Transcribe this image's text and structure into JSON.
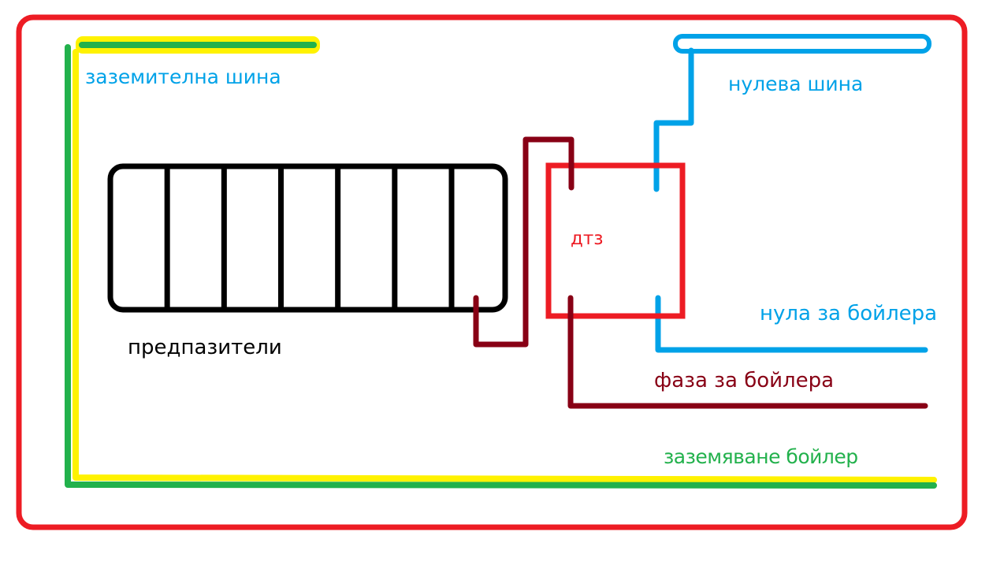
{
  "diagram": {
    "title": "",
    "colors": {
      "enclosure": "#ed1c24",
      "ground_yellow": "#fff200",
      "ground_green": "#22b14c",
      "neutral": "#00a2e8",
      "phase": "#880015",
      "fuses": "#000000",
      "rcd": "#ed1c24",
      "label_ground_bus": "#00a2e8",
      "label_neutral": "#00a2e8",
      "label_phase": "#880015",
      "label_ground_boiler": "#22b14c",
      "label_rcd": "#ed1c24",
      "label_fuses": "#000000"
    },
    "labels": {
      "ground_bus": "заземителна шина",
      "neutral_bus": "нулева шина",
      "rcd": "дтз",
      "neutral_boiler": "нула за бойлера",
      "phase_boiler": "фаза за бойлера",
      "fuses": "предпазители",
      "ground_boiler": "заземяване бойлер"
    },
    "components": {
      "fuse_block": {
        "name": "предпазители",
        "fuse_count": 7
      },
      "rcd": {
        "name": "дтз",
        "terminals": [
          "phase-in",
          "neutral-in",
          "phase-out",
          "neutral-out"
        ]
      }
    },
    "wires": [
      {
        "id": "ground",
        "from": "заземителна шина",
        "to": "заземяване бойлер",
        "color": "green-yellow"
      },
      {
        "id": "neutral-in",
        "from": "нулева шина",
        "to": "дтз",
        "color": "blue"
      },
      {
        "id": "neutral-out",
        "from": "дтз",
        "to": "нула за бойлера",
        "color": "blue"
      },
      {
        "id": "phase-in",
        "from": "предпазители",
        "to": "дтз",
        "color": "brown"
      },
      {
        "id": "phase-out",
        "from": "дтз",
        "to": "фаза за бойлера",
        "color": "brown"
      }
    ]
  }
}
